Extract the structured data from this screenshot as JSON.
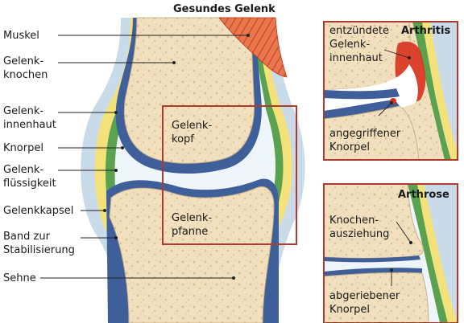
{
  "title": "Gesundes Gelenk",
  "labels": {
    "muskel": "Muskel",
    "gelenkknochen": [
      "Gelenk-",
      "knochen"
    ],
    "gelenkinnenhaut": [
      "Gelenk-",
      "innenhaut"
    ],
    "knorpel": "Knorpel",
    "gelenkfluessigkeit": [
      "Gelenk-",
      "flüssigkeit"
    ],
    "gelenkkapsel": "Gelenkkapsel",
    "band": [
      "Band zur",
      "Stabilisierung"
    ],
    "sehne": "Sehne",
    "gelenkkopf": [
      "Gelenk-",
      "kopf"
    ],
    "gelenkpfanne": [
      "Gelenk-",
      "pfanne"
    ]
  },
  "insets": {
    "arthritis": {
      "title": "Arthritis",
      "label_top": [
        "entzündete",
        "Gelenk-",
        "innenhaut"
      ],
      "label_bottom": [
        "angegriffener",
        "Knorpel"
      ]
    },
    "arthrose": {
      "title": "Arthrose",
      "label_top": [
        "Knochen-",
        "ausziehung"
      ],
      "label_bottom": [
        "abgeriebener",
        "Knorpel"
      ]
    }
  },
  "colors": {
    "bone": "#f1dfbd",
    "bone_spots": "#d9bf8e",
    "capsule": "#c9dbe8",
    "cartilage": "#3f5f9b",
    "synovium": "#5aa24f",
    "yellow": "#f3e27a",
    "fluid": "#eef6fb",
    "frame": "#b03a2e",
    "inflamed": "#d8321e",
    "muscle": "#e2562e"
  }
}
